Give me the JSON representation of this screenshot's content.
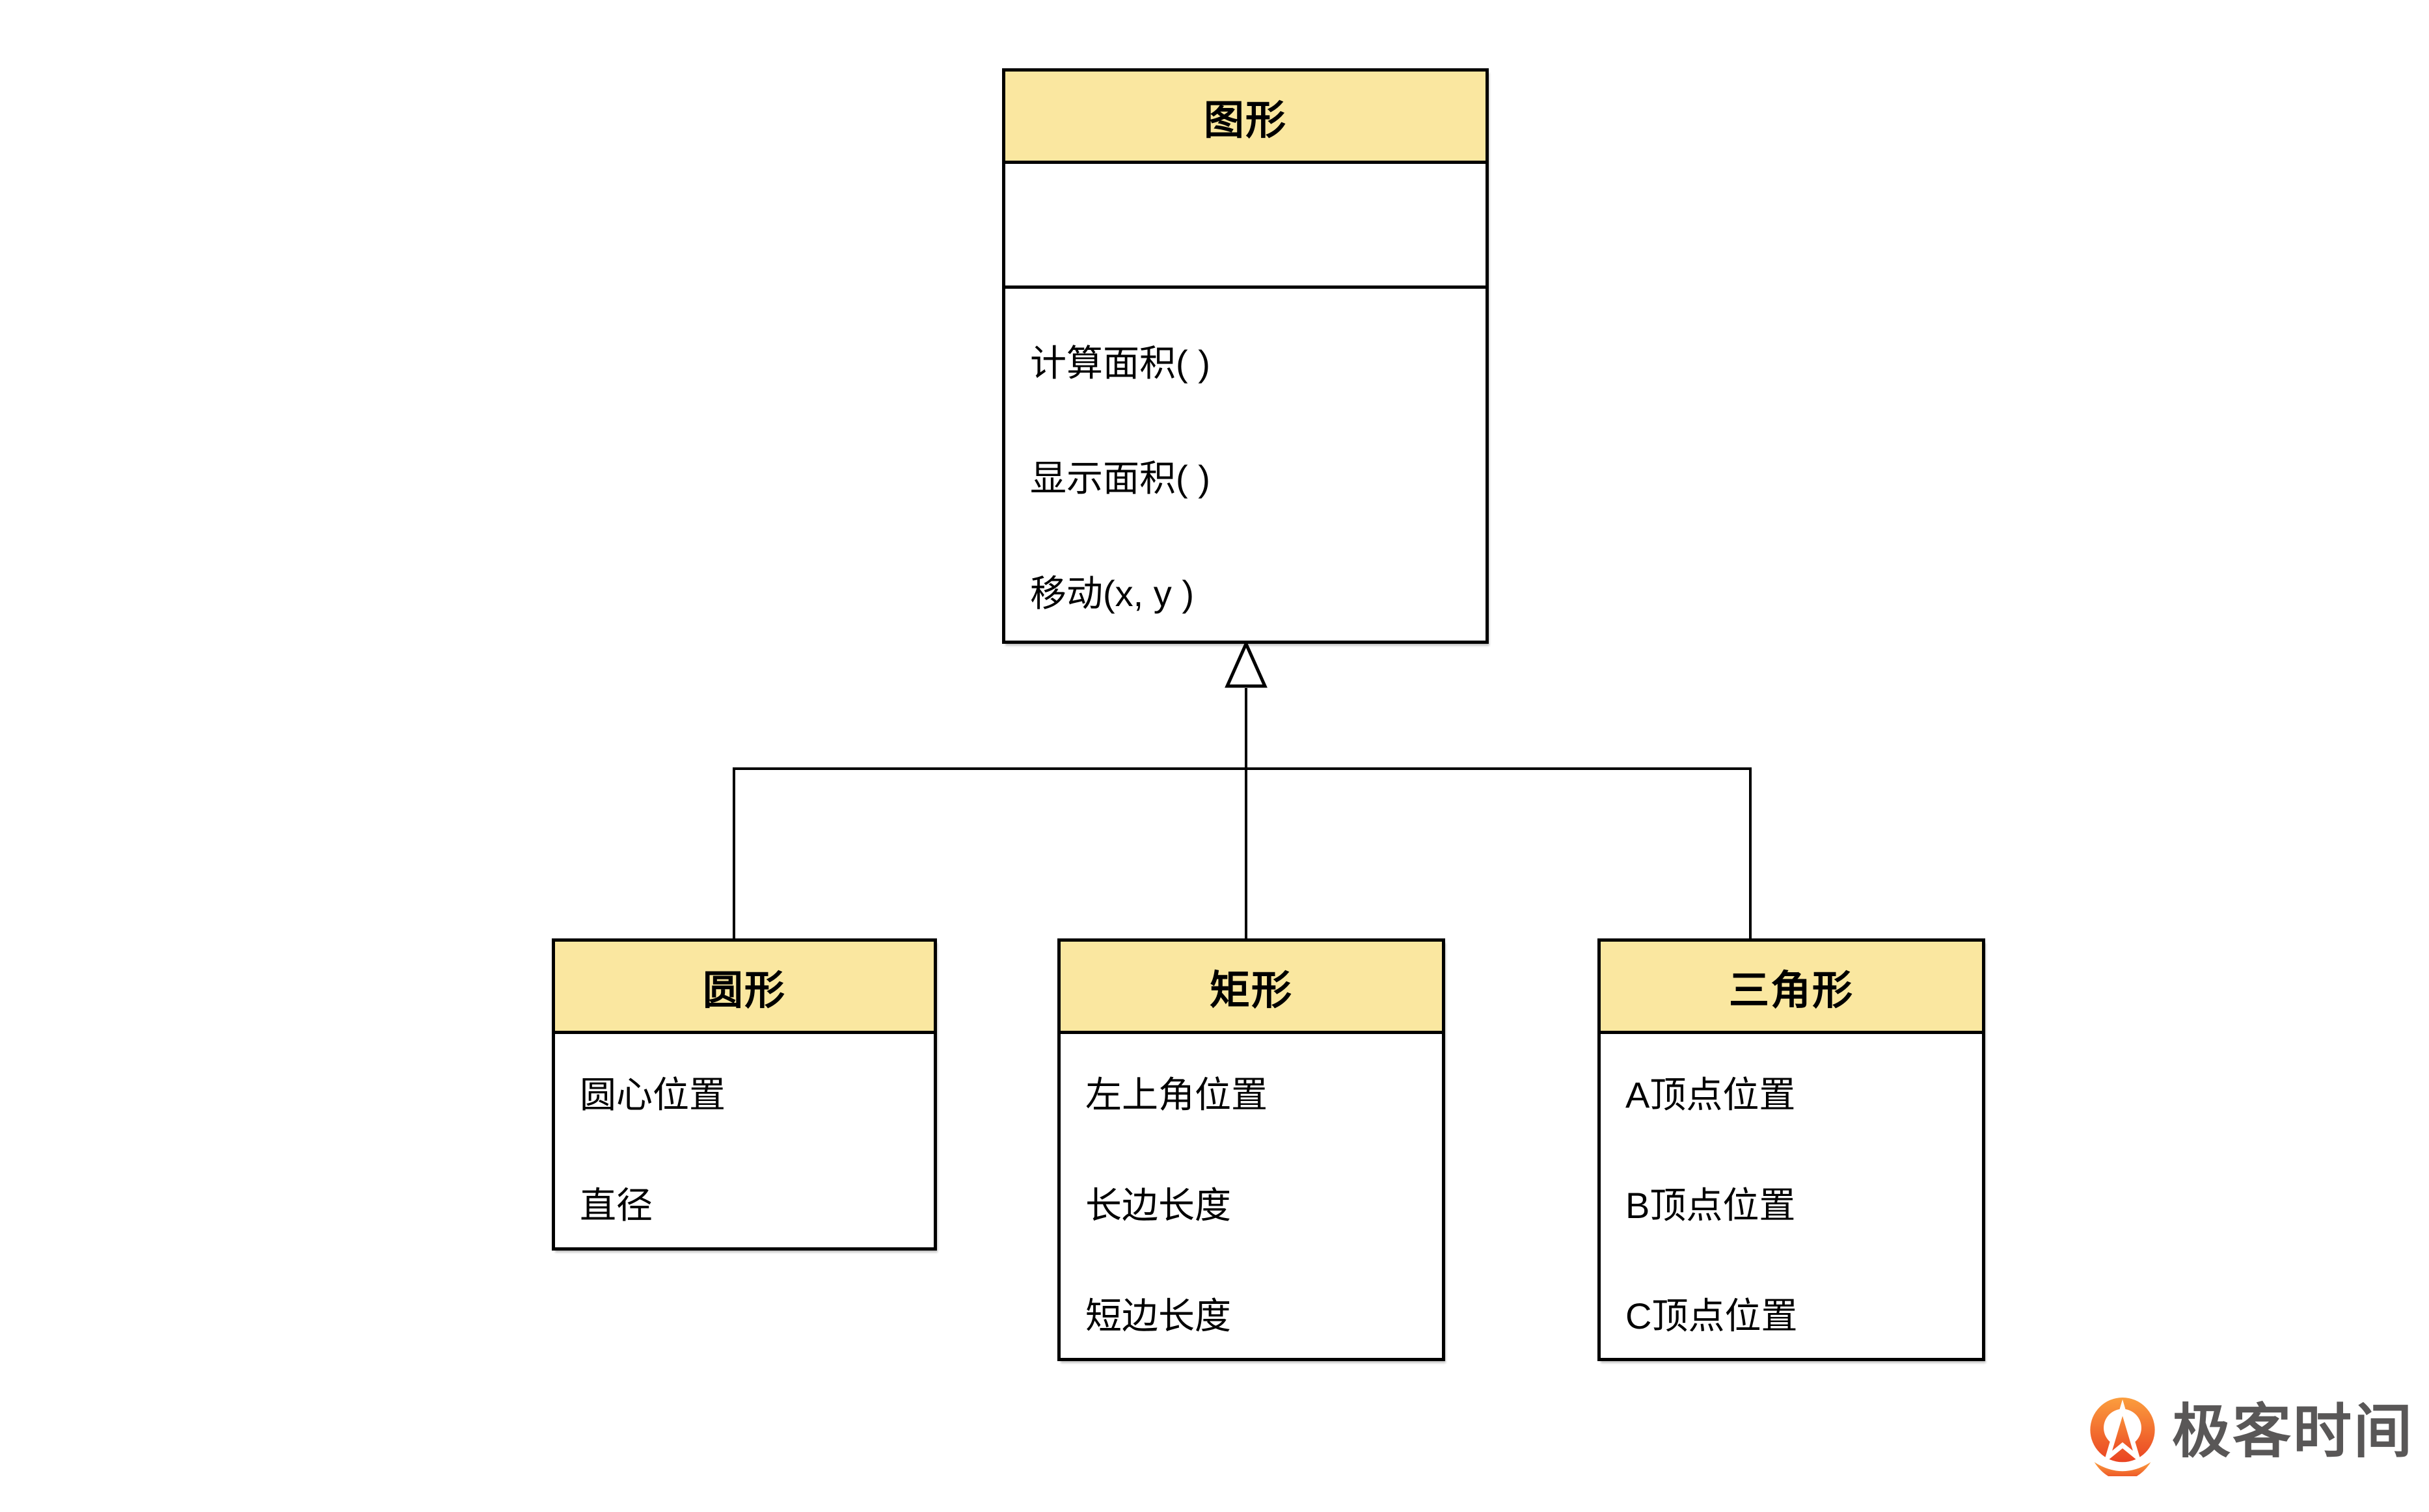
{
  "diagram": {
    "type": "uml-class-diagram",
    "relationship": {
      "kind": "inheritance",
      "parent": "图形",
      "children": [
        "圆形",
        "矩形",
        "三角形"
      ]
    },
    "parent": {
      "title": "图形",
      "attributes": [],
      "methods": [
        "计算面积( )",
        "显示面积( )",
        "移动(x, y )"
      ]
    },
    "children": [
      {
        "title": "圆形",
        "attributes": [
          "圆心位置",
          "直径"
        ]
      },
      {
        "title": "矩形",
        "attributes": [
          "左上角位置",
          "长边长度",
          "短边长度"
        ]
      },
      {
        "title": "三角形",
        "attributes": [
          "A顶点位置",
          "B顶点位置",
          "C顶点位置"
        ]
      }
    ],
    "colors": {
      "header_fill": "#FAE7A0",
      "border": "#000000",
      "edge_line": "#000000",
      "background": "#FFFFFF"
    }
  },
  "branding": {
    "logo_text": "极客时间",
    "logo_text_color": "#595757",
    "logo_gradient_top": "#FB9E3E",
    "logo_gradient_bottom": "#EA4322"
  }
}
